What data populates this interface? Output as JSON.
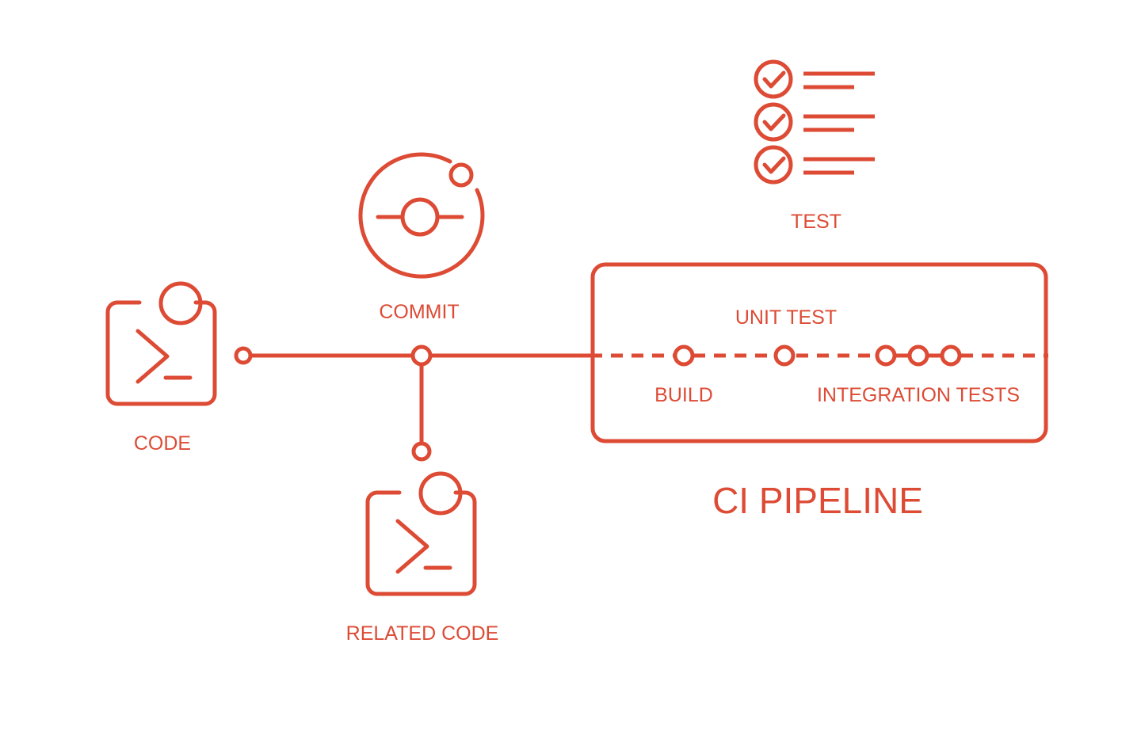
{
  "diagram": {
    "title": "CI PIPELINE",
    "accent_color": "#dd4b35",
    "background_color": "#ffffff",
    "stroke_width": 5
  },
  "nodes": {
    "code": {
      "label": "CODE",
      "icon": "terminal-code-icon"
    },
    "commit": {
      "label": "COMMIT",
      "icon": "commit-orbit-icon"
    },
    "related_code": {
      "label": "RELATED CODE",
      "icon": "terminal-code-icon"
    },
    "test": {
      "label": "TEST",
      "icon": "checklist-icon",
      "items": [
        {
          "check": "check-icon",
          "line_long": true,
          "line_short": true
        },
        {
          "check": "check-icon",
          "line_long": true,
          "line_short": true
        },
        {
          "check": "check-icon",
          "line_long": true,
          "line_short": true
        }
      ]
    }
  },
  "pipeline": {
    "box_label": "CI PIPELINE",
    "stages": [
      {
        "id": "build",
        "label": "BUILD",
        "label_position": "below"
      },
      {
        "id": "unit-test",
        "label": "UNIT TEST",
        "label_position": "above"
      },
      {
        "id": "integration-tests",
        "label": "INTEGRATION TESTS",
        "label_position": "below"
      }
    ],
    "commit_markers": 5
  }
}
